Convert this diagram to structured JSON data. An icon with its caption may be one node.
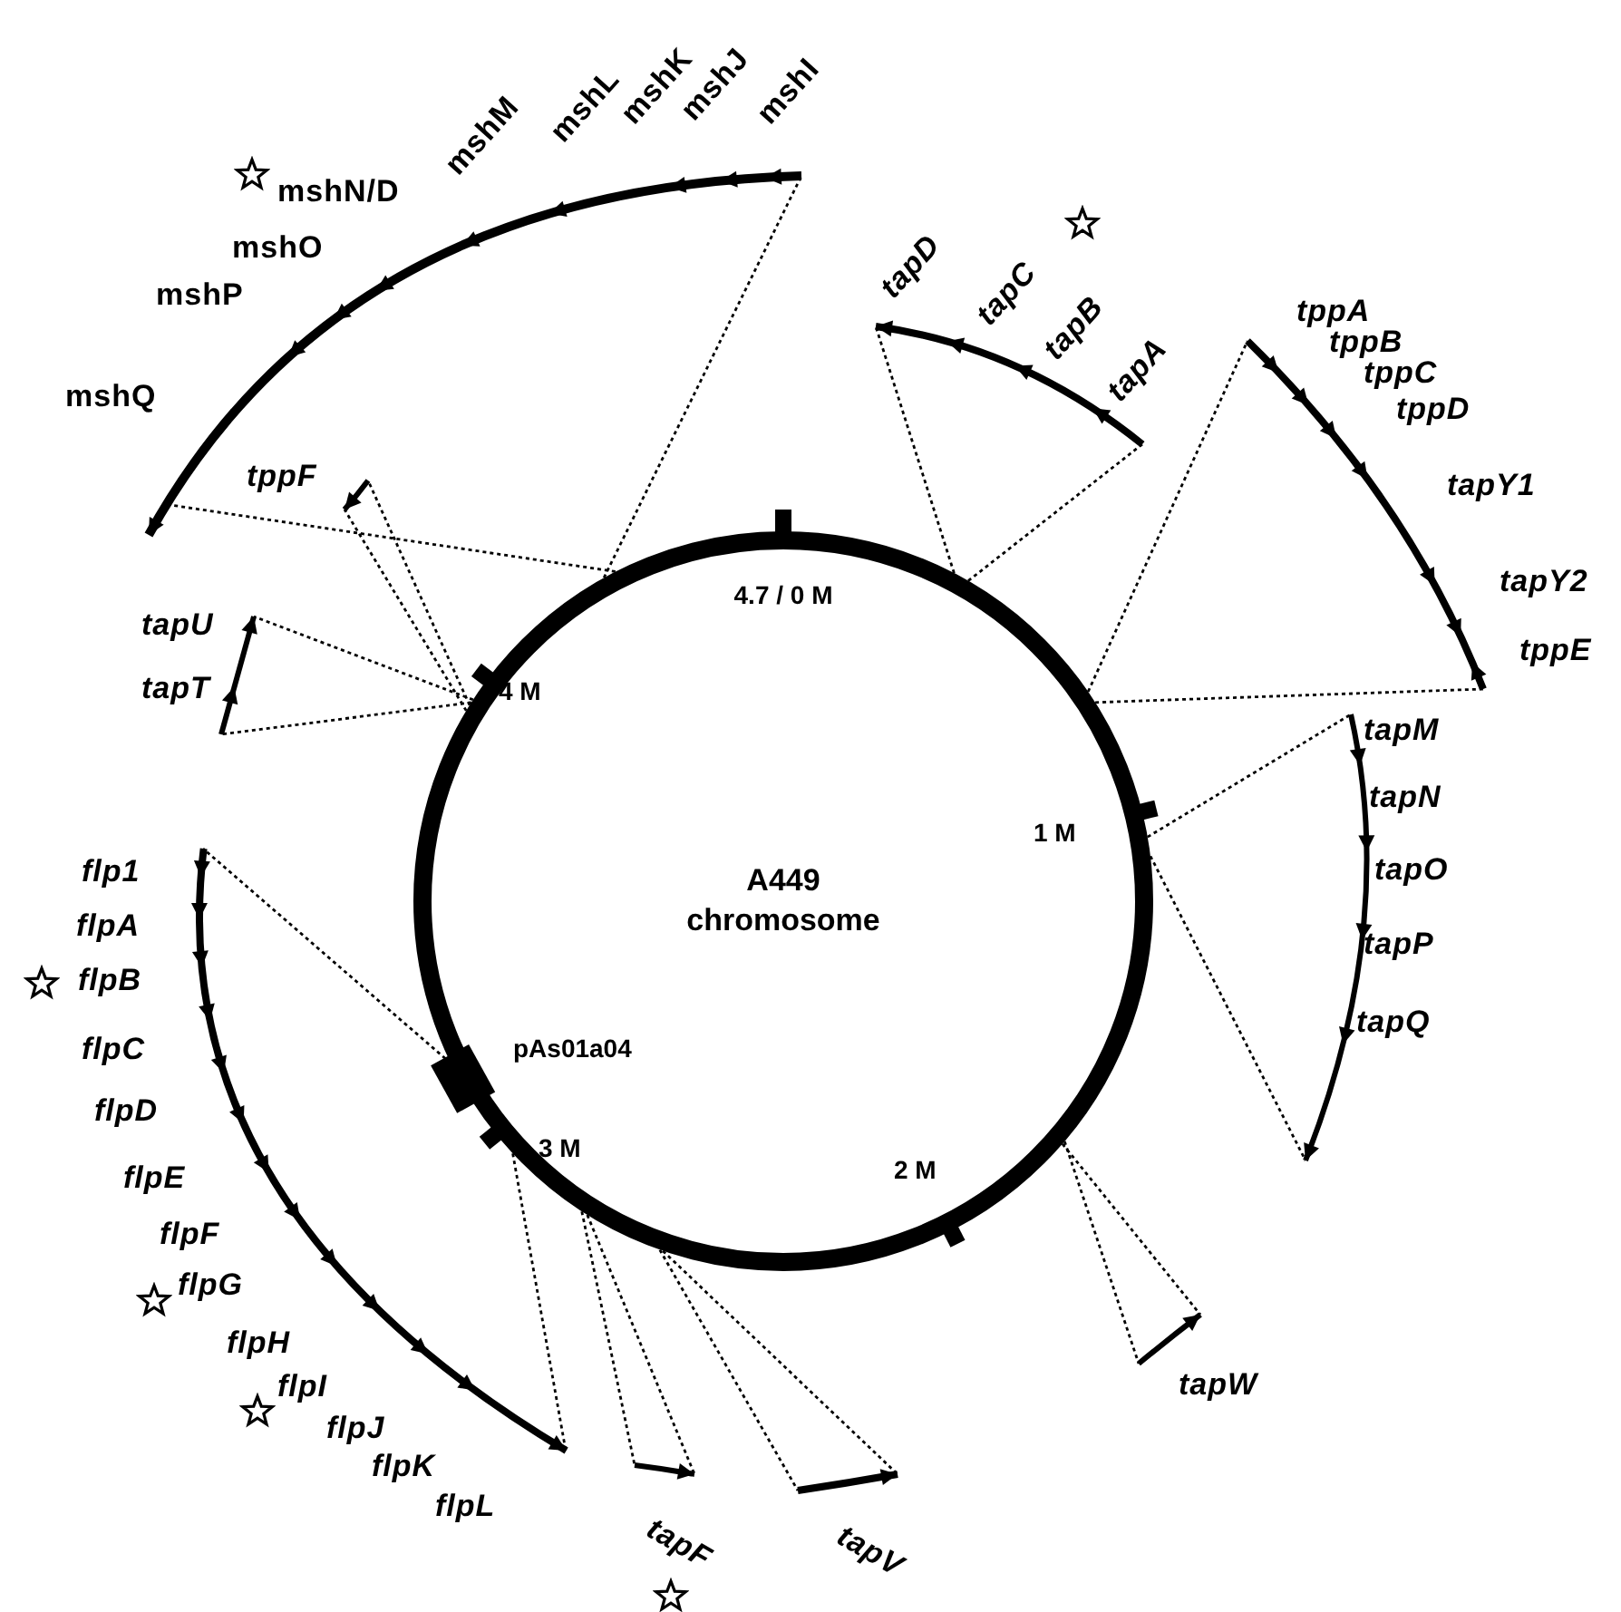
{
  "diagram": {
    "nodes": [
      {
        "text": [
          "A449 chromosome"
        ]
      },
      {
        "text": [
          "mshI",
          "mshJ",
          "mshK",
          "mshL",
          "mshM",
          "mshN/D",
          "mshO",
          "mshP",
          "mshQ"
        ]
      },
      {
        "text": [
          "tapD",
          "tapC",
          "tapB",
          "tapA"
        ]
      },
      {
        "text": [
          "tppA",
          "tppB",
          "tppC",
          "tppD",
          "tapY1",
          "tapY2",
          "tppE"
        ]
      },
      {
        "text": [
          "tppF"
        ],
        "in": 1
      },
      {
        "text": [
          "tapU",
          "tapT"
        ]
      },
      {
        "text": [
          "tapM",
          "tapN",
          "tapO",
          "tapP",
          "tapQ"
        ]
      },
      {
        "text": [
          "flp1",
          "flpA",
          "flpB",
          "flpC",
          "flpD",
          "flpE",
          "flpF",
          "flpG",
          "flpH",
          "flpI",
          "flpJ",
          "flpK",
          "flpL"
        ]
      },
      {
        "text": [
          "tapF"
        ]
      },
      {
        "text": [
          "tapV"
        ]
      },
      {
        "text": [
          "tapW"
        ]
      }
    ],
    "edges": [
      {
        "from": 0,
        "to": 1,
        "arrow": "none",
        "style": "dashed"
      },
      {
        "from": 0,
        "to": 1,
        "arrow": "none",
        "style": "dashed"
      },
      {
        "from": 0,
        "to": 2,
        "arrow": "none",
        "style": "dashed"
      },
      {
        "from": 0,
        "to": 2,
        "arrow": "none",
        "style": "dashed"
      },
      {
        "from": 0,
        "to": 3,
        "arrow": "none",
        "style": "dashed"
      },
      {
        "from": 0,
        "to": 3,
        "arrow": "none",
        "style": "dashed"
      },
      {
        "from": 0,
        "to": 4,
        "arrow": "none",
        "style": "dashed"
      },
      {
        "from": 0,
        "to": 4,
        "arrow": "none",
        "style": "dashed"
      },
      {
        "from": 0,
        "to": 5,
        "arrow": "none",
        "style": "dashed"
      },
      {
        "from": 0,
        "to": 5,
        "arrow": "none",
        "style": "dashed"
      },
      {
        "from": 0,
        "to": 6,
        "arrow": "none",
        "style": "dashed"
      },
      {
        "from": 0,
        "to": 6,
        "arrow": "none",
        "style": "dashed"
      },
      {
        "from": 0,
        "to": 7,
        "arrow": "none",
        "style": "dashed"
      },
      {
        "from": 0,
        "to": 7,
        "arrow": "none",
        "style": "dashed"
      },
      {
        "from": 0,
        "to": 8,
        "arrow": "none",
        "style": "dashed"
      },
      {
        "from": 0,
        "to": 8,
        "arrow": "none",
        "style": "dashed"
      },
      {
        "from": 0,
        "to": 9,
        "arrow": "none",
        "style": "dashed"
      },
      {
        "from": 0,
        "to": 9,
        "arrow": "none",
        "style": "dashed"
      },
      {
        "from": 0,
        "to": 10,
        "arrow": "none",
        "style": "dashed"
      },
      {
        "from": 0,
        "to": 10,
        "arrow": "none",
        "style": "dashed"
      }
    ],
    "labels": [
      "4.7 / 0 M",
      "4 M",
      "1 M",
      "pAs01a04",
      "3 M",
      "2 M"
    ]
  }
}
